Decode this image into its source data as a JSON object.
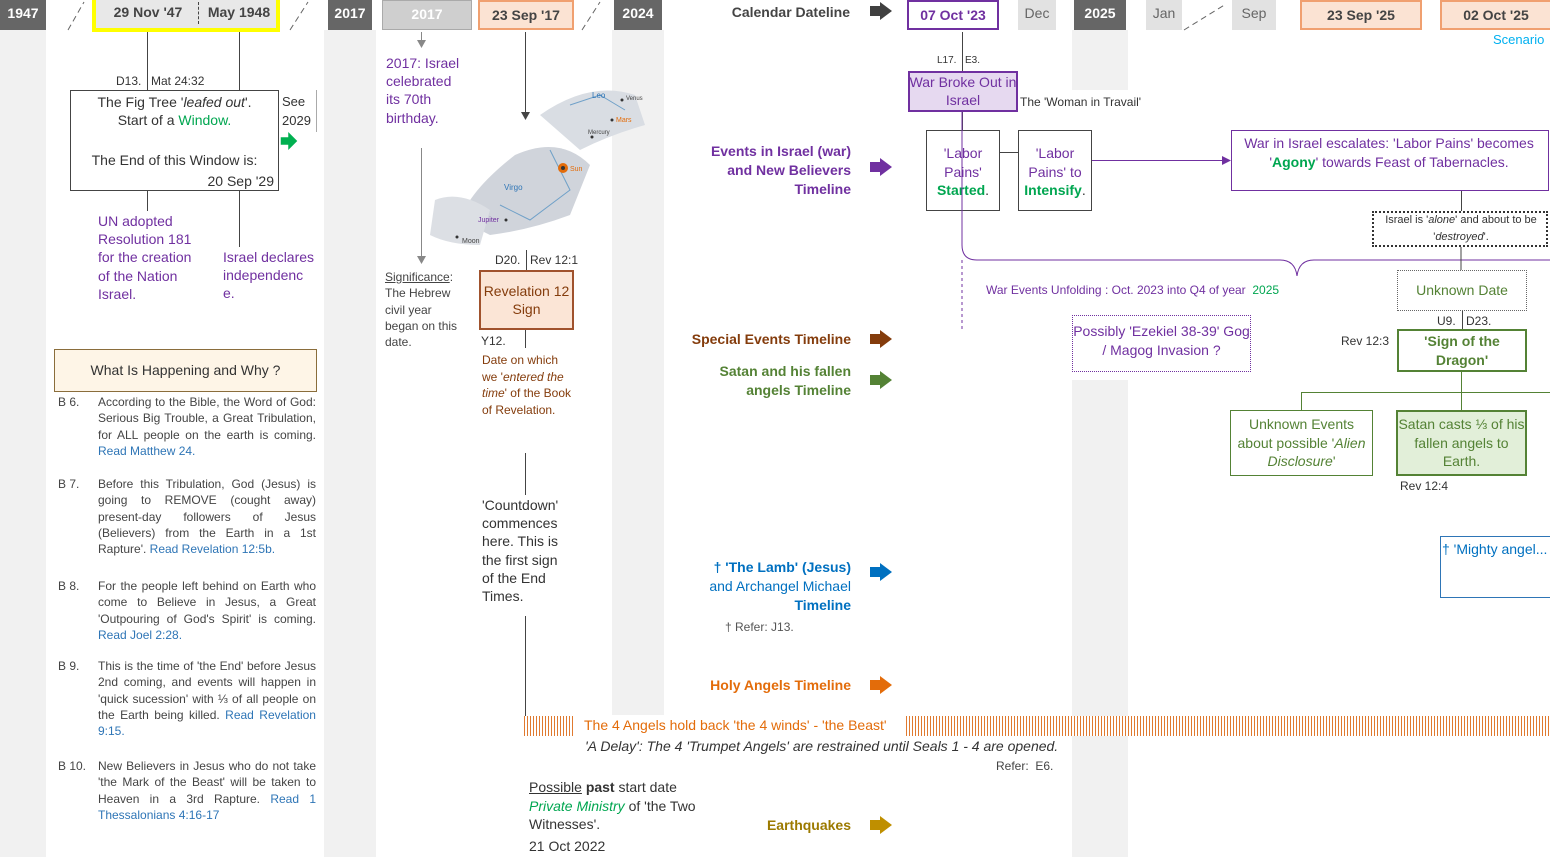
{
  "header": {
    "y1947": "1947",
    "nov47": "29 Nov '47",
    "may48": "May 1948",
    "y2017a": "2017",
    "y2017b": "2017",
    "sep17": "23 Sep '17",
    "y2024": "2024",
    "dateline": "Calendar Dateline",
    "oct23": "07 Oct '23",
    "dec": "Dec",
    "y2025": "2025",
    "jan": "Jan",
    "sep": "Sep",
    "sep25": "23 Sep '25",
    "oct25": "02 Oct '25",
    "scenario": "Scenario"
  },
  "fig": {
    "ref_code": "D13.",
    "ref_verse": "Mat 24:32",
    "line1a": "The Fig Tree '",
    "line1b": "leafed out",
    "line1c": "'.",
    "line2a": "Start of a ",
    "line2b": "Window.",
    "line3": "The End of this Window is:",
    "line4": "20 Sep '29",
    "see": "See",
    "see_year": "2029",
    "un": "UN adopted Resolution 181 for the creation of the Nation Israel.",
    "israel": "Israel declares independenc e."
  },
  "what": {
    "title": "What Is Happening and Why ?",
    "items": [
      {
        "num": "B 6.",
        "text": "According to the Bible, the Word of God: Serious Big Trouble, a Great Tribulation, for ALL people on the earth is coming. ",
        "link": "Read Matthew 24."
      },
      {
        "num": "B 7.",
        "text": "Before this Tribulation, God (Jesus) is going to REMOVE (cought away) present-day followers of Jesus (Believers) from the Earth in a 1st Rapture'. ",
        "link": "Read Revelation 12:5b."
      },
      {
        "num": "B 8.",
        "text": "For the people left behind on Earth who come to Believe in Jesus, a Great 'Outpouring of God's Spirit' is coming. ",
        "link": "Read Joel 2:28."
      },
      {
        "num": "B 9.",
        "text": "This is the time of 'the End' before Jesus 2nd coming, and events will happen in 'quick sucession' with ⅓ of all people on the Earth being killed. ",
        "link": "Read Revelation 9:15."
      },
      {
        "num": "B 10.",
        "text": "New Believers in Jesus who do not take 'the Mark of the Beast' will be taken to Heaven in a 3rd Rapture. ",
        "link": "Read 1 Thessalonians 4:16-17"
      }
    ]
  },
  "col2017": {
    "celebrated": "2017: Israel celebrated its 70th birthday.",
    "sig_label": "Significance",
    "sig_text": ": The Hebrew civil year began on this date."
  },
  "rev12": {
    "ref_code": "D20.",
    "ref_verse": "Rev 12:1",
    "sign": "Revelation 12 Sign",
    "y12": "Y12.",
    "note1": "Date on which we '",
    "note2": "entered the time",
    "note3": "' of the Book of Revelation.",
    "countdown": "'Countdown' commences here. This is the first sign of the End Times.",
    "constellations": {
      "leo": "Leo",
      "venus": "Venus",
      "mars": "Mars",
      "mercury": "Mercury",
      "virgo": "Virgo",
      "sun": "Sun",
      "jupiter": "Jupiter",
      "moon": "Moon"
    }
  },
  "timelines": {
    "israel1": "Events in Israel (war)",
    "israel2": "and New Believers",
    "israel3": "Timeline",
    "special": "Special Events Timeline",
    "satan1": "Satan and his fallen",
    "satan2": "angels Timeline",
    "lamb1": "† 'The Lamb' (Jesus)",
    "lamb2": "and Archangel Michael",
    "lamb3": "Timeline",
    "lamb_ref": "†  Refer:  J13.",
    "holy": "Holy Angels Timeline",
    "quakes": "Earthquakes"
  },
  "war": {
    "ref_code": "L17.",
    "ref_e": "E3.",
    "broke": "War Broke Out in Israel",
    "woman": "The 'Woman in Travail'",
    "labor1a": "'Labor Pains'",
    "labor1b": "Started",
    "labor2a": "'Labor Pains' to",
    "labor2b": "Intensify",
    "escalate1": "War in Israel escalates: 'Labor Pains' becomes '",
    "escalate2": "Agony",
    "escalate3": "' towards Feast of Tabernacles.",
    "alone1": "Israel is '",
    "alone2": "alone",
    "alone3": "' and about to be '",
    "alone4": "destroyed",
    "alone5": "'.",
    "unfolding": "War Events Unfolding : Oct. 2023 into Q4 of year",
    "unfolding_year": "2025",
    "unknown_date": "Unknown Date",
    "u9": "U9.",
    "d23": "D23.",
    "rev123": "Rev 12:3",
    "dragon": "'Sign of the Dragon'",
    "ezekiel": "Possibly 'Ezekiel 38-39' Gog / Magog Invasion ?",
    "alien1": "Unknown Events about possible '",
    "alien2": "Alien Disclosure",
    "alien3": "'",
    "satan_casts": "Satan casts ⅓ of his fallen angels to Earth.",
    "rev124": "Rev 12:4",
    "mighty": "† 'Mighty angel... Earth and cha... mo..."
  },
  "angels": {
    "winds": "The 4 Angels hold back 'the 4 winds' - 'the Beast'",
    "delay": "'A Delay': The 4 'Trumpet Angels' are restrained until Seals 1 - 4 are opened.",
    "refer": "Refer:",
    "e6": "E6."
  },
  "witnesses": {
    "possible": "Possible",
    "past": "past",
    "start": " start date",
    "ministry": "Private Ministry",
    "of": "  of 'the Two Witnesses'.",
    "date": "21 Oct 2022"
  },
  "colors": {
    "purple": "#7030a0",
    "green": "#00a650",
    "blue": "#0070c0",
    "orange": "#e36c0a",
    "brown": "#843c0c",
    "olive": "#548235",
    "gold": "#bf8f00",
    "yellow": "#ffff00"
  }
}
